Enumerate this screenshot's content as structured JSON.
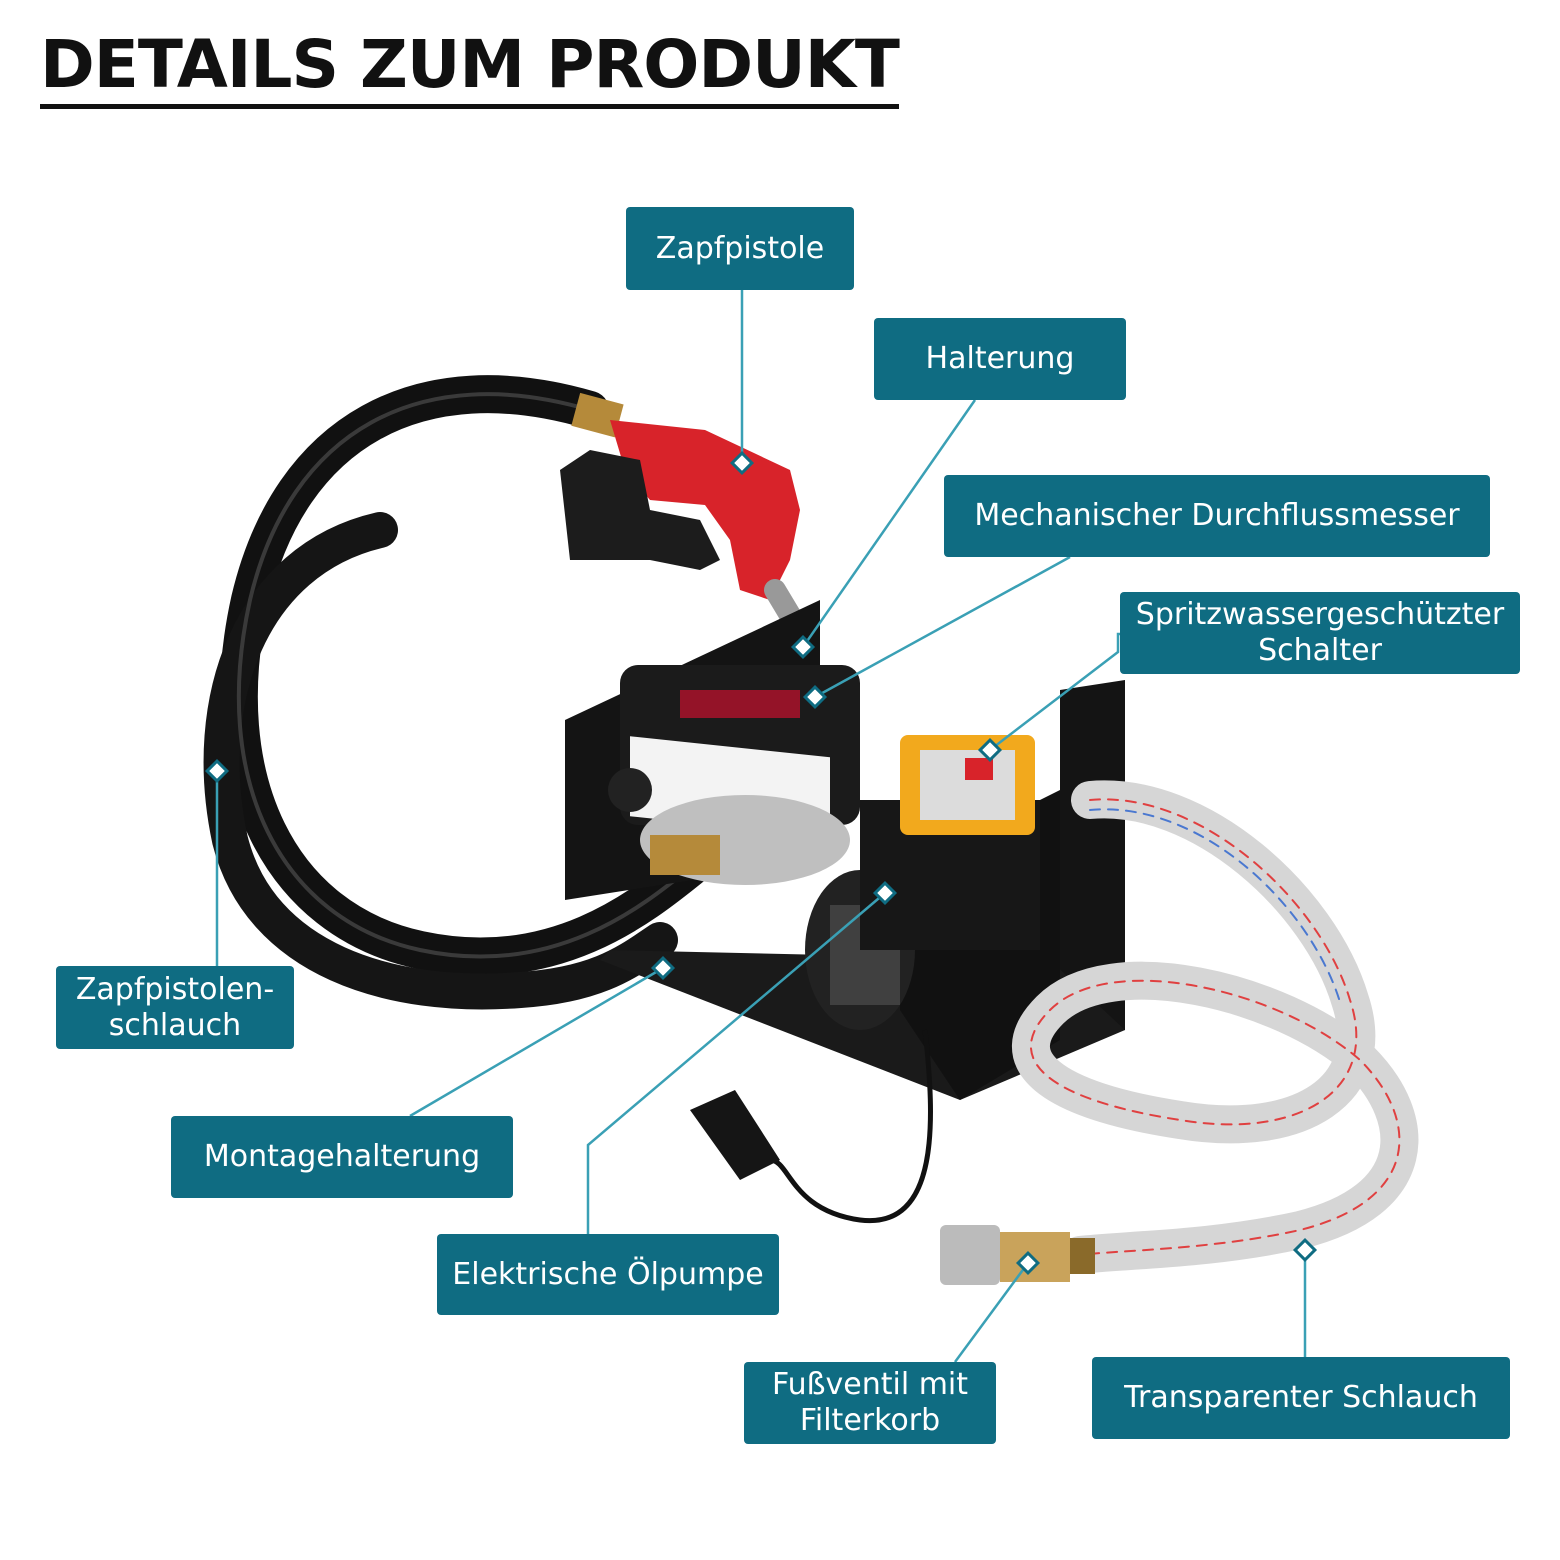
{
  "title": "DETAILS ZUM PRODUKT",
  "labels": {
    "zapfpistole": "Zapfpistole",
    "halterung": "Halterung",
    "durchflussmesser": "Mechanischer Durchflussmesser",
    "schalter": "Spritzwassergeschützter\nSchalter",
    "zapfpistolenschlauch": "Zapfpistolen-\nschlauch",
    "montagehalterung": "Montagehalterung",
    "oelpumpe": "Elektrische Ölpumpe",
    "fussventil": "Fußventil mit\nFilterkorb",
    "schlauch": "Transparenter Schlauch"
  },
  "colors": {
    "label_bg": "#0f6c82",
    "leader_line": "#3aa0b5",
    "nozzle_red": "#d8232a",
    "frame_black": "#151515",
    "switch_orange": "#f2a91d"
  }
}
